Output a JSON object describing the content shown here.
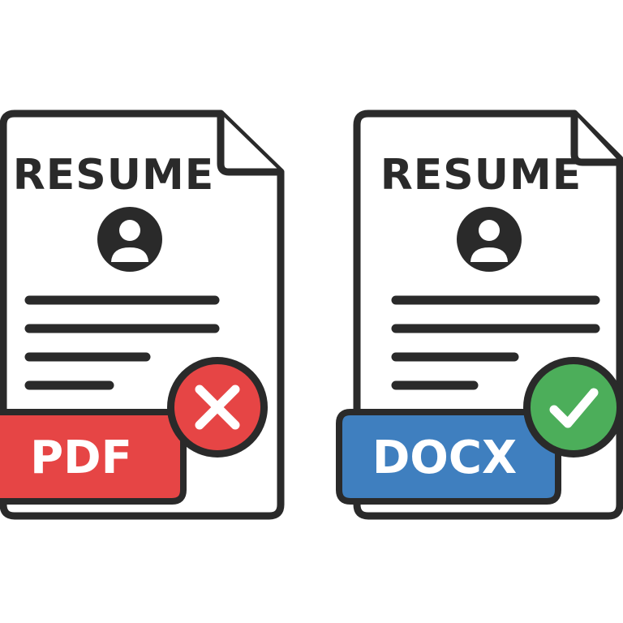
{
  "colors": {
    "outline": "#2a2a2a",
    "page_fill": "#ffffff",
    "pdf_badge": "#e64545",
    "docx_badge": "#3f7fbf",
    "reject_badge": "#e64545",
    "accept_badge": "#4cae5a",
    "mark": "#ffffff"
  },
  "documents": [
    {
      "title": "RESUME",
      "avatar_icon": "user-avatar-icon",
      "format_label": "PDF",
      "status_icon": "x-mark-icon"
    },
    {
      "title": "RESUME",
      "avatar_icon": "user-avatar-icon",
      "format_label": "DOCX",
      "status_icon": "check-mark-icon"
    }
  ]
}
